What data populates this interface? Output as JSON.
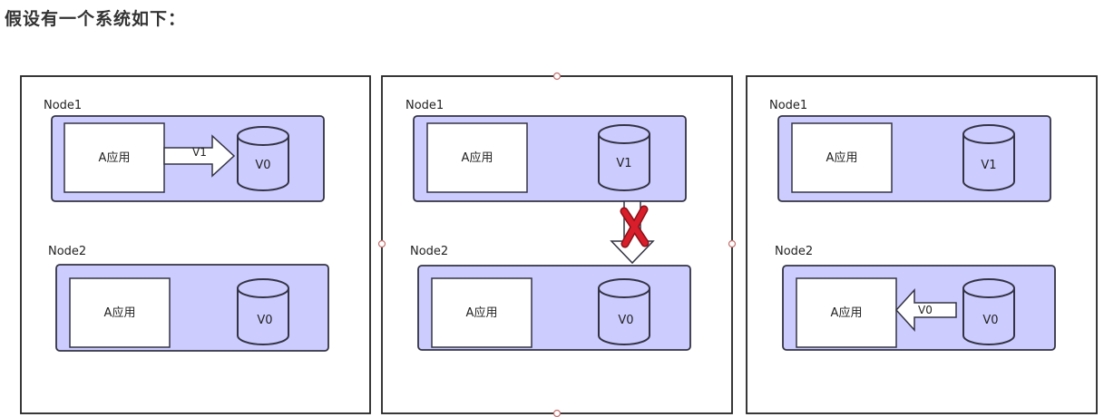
{
  "heading": "假设有一个系统如下：",
  "colors": {
    "node_fill": "#ccccff",
    "node_stroke": "#333344",
    "panel_stroke": "#222222",
    "cross": "#d81e2a",
    "handle_stroke": "#c47070"
  },
  "panels": [
    {
      "node1": {
        "label": "Node1",
        "app": "A应用",
        "db": "V0",
        "arrow_label": "V1"
      },
      "node2": {
        "label": "Node2",
        "app": "A应用",
        "db": "V0"
      }
    },
    {
      "node1": {
        "label": "Node1",
        "app": "A应用",
        "db": "V1"
      },
      "node2": {
        "label": "Node2",
        "app": "A应用",
        "db": "V0"
      }
    },
    {
      "node1": {
        "label": "Node1",
        "app": "A应用",
        "db": "V1"
      },
      "node2": {
        "label": "Node2",
        "app": "A应用",
        "db": "V0",
        "arrow_label": "V0"
      }
    }
  ],
  "icons": {
    "cross": "x-mark-icon",
    "handle": "selection-handle-icon"
  }
}
